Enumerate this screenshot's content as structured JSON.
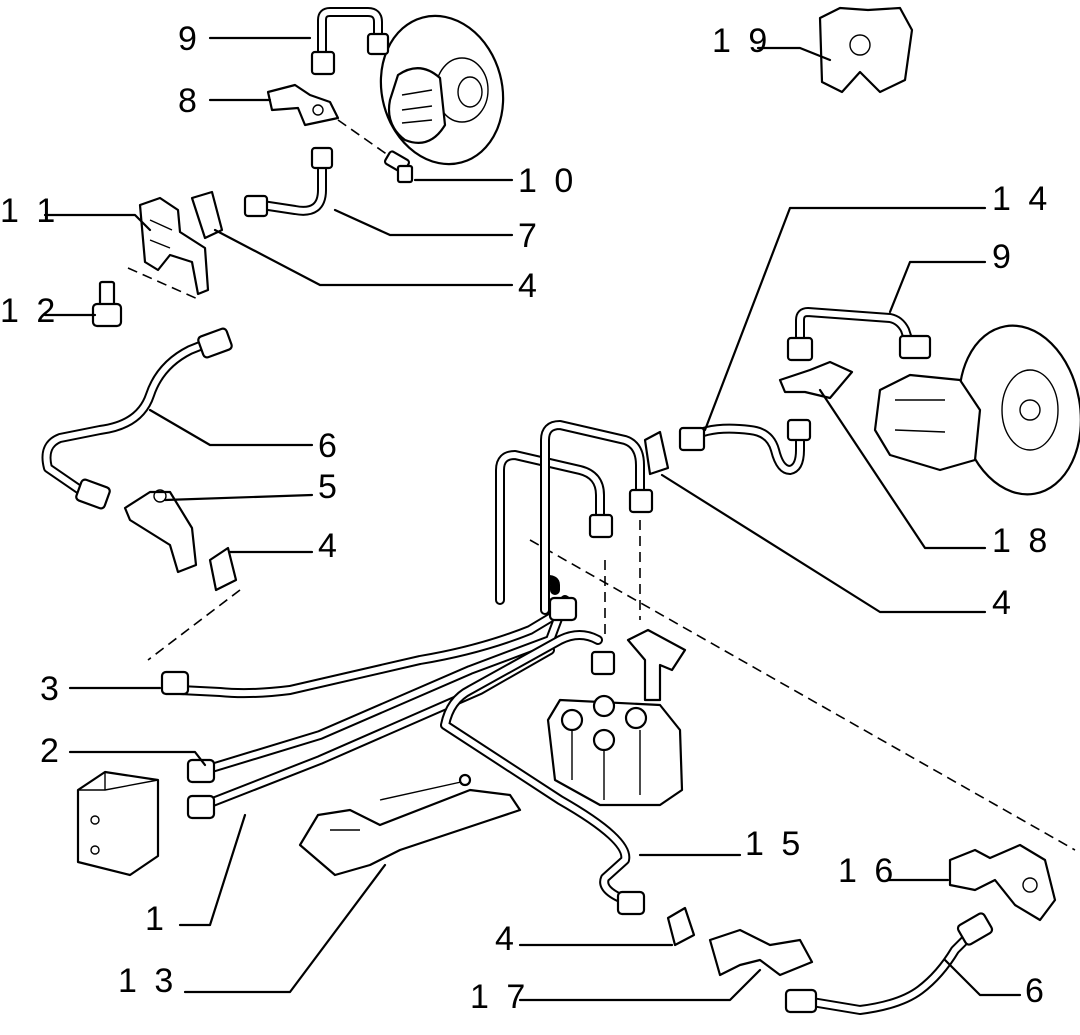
{
  "callouts": [
    {
      "id": "c9a",
      "text": "9"
    },
    {
      "id": "c8",
      "text": "8"
    },
    {
      "id": "c10",
      "text": "1 0"
    },
    {
      "id": "c11",
      "text": "1 1"
    },
    {
      "id": "c7",
      "text": "7"
    },
    {
      "id": "c4a",
      "text": "4"
    },
    {
      "id": "c12",
      "text": "1 2"
    },
    {
      "id": "c6a",
      "text": "6"
    },
    {
      "id": "c5",
      "text": "5"
    },
    {
      "id": "c4b",
      "text": "4"
    },
    {
      "id": "c3",
      "text": "3"
    },
    {
      "id": "c2",
      "text": "2"
    },
    {
      "id": "c1",
      "text": "1"
    },
    {
      "id": "c13",
      "text": "1 3"
    },
    {
      "id": "c19",
      "text": "1 9"
    },
    {
      "id": "c14",
      "text": "1 4"
    },
    {
      "id": "c9b",
      "text": "9"
    },
    {
      "id": "c18",
      "text": "1 8"
    },
    {
      "id": "c4c",
      "text": "4"
    },
    {
      "id": "c15",
      "text": "1 5"
    },
    {
      "id": "c16",
      "text": "1 6"
    },
    {
      "id": "c4d",
      "text": "4"
    },
    {
      "id": "c17",
      "text": "1 7"
    },
    {
      "id": "c6b",
      "text": "6"
    }
  ]
}
